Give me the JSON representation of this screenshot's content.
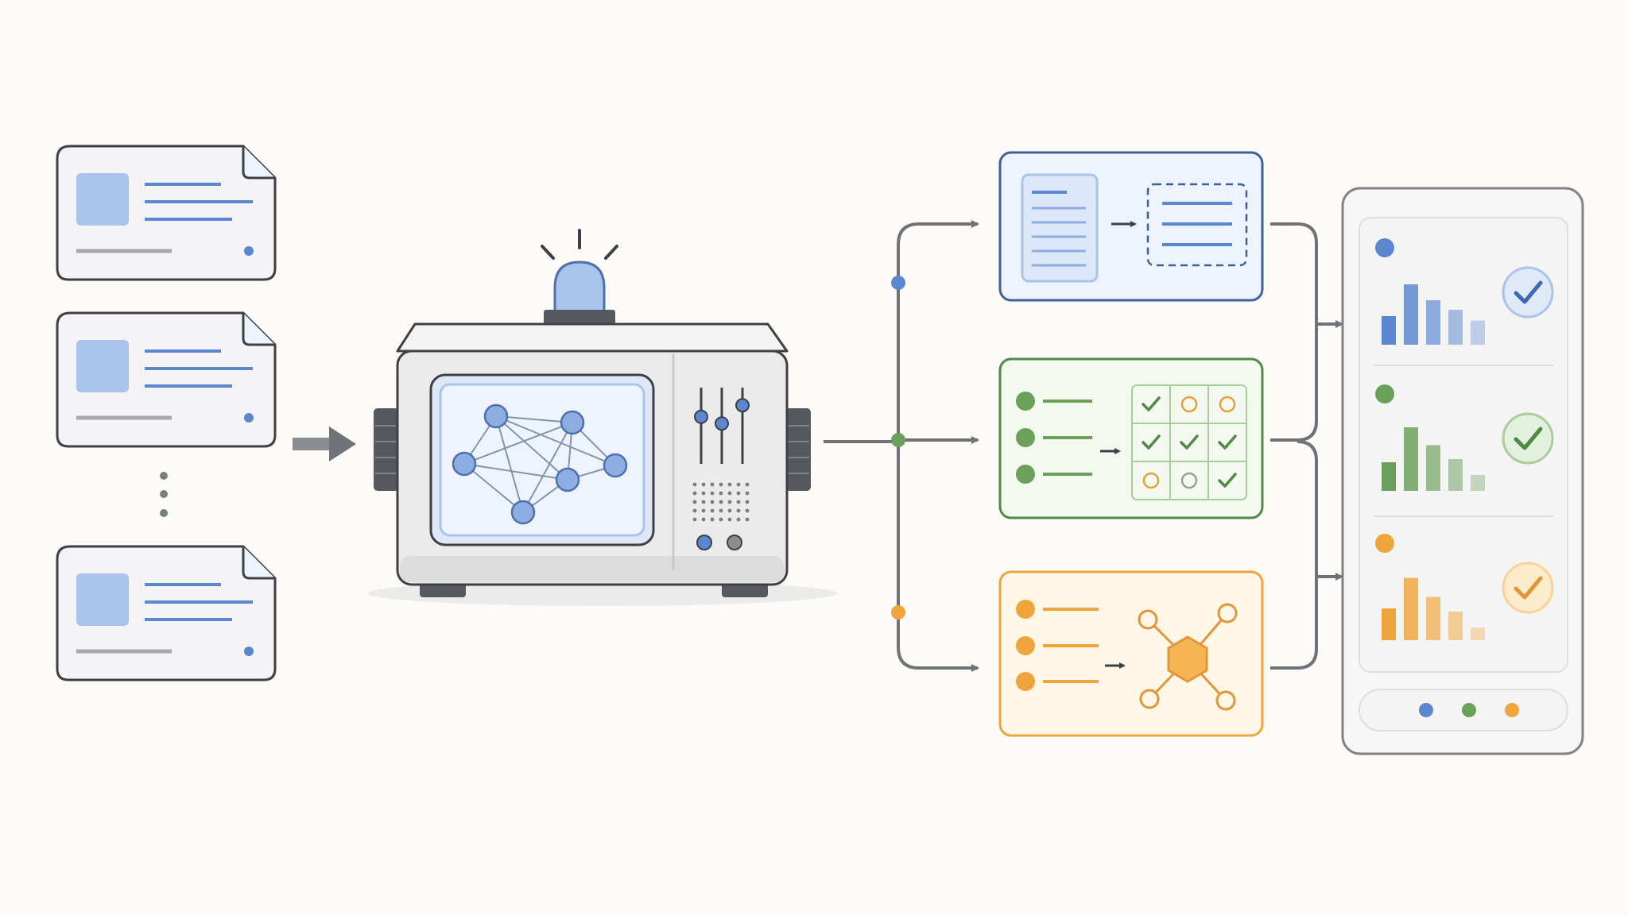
{
  "colors": {
    "background": "#fcfbf7",
    "outline": "#3d4046",
    "connector": "#6f7277",
    "blue": "#5b87d0",
    "blue_light": "#a9c3ea",
    "blue_fill": "#eef4fd",
    "green": "#6ba05a",
    "green_light": "#a9cc9a",
    "green_fill": "#f3f9ef",
    "orange": "#f0a43c",
    "orange_light": "#f8d29a",
    "orange_fill": "#fef7e8",
    "machine_body": "#e9e9ea",
    "machine_dark": "#55585d"
  },
  "input_documents": {
    "count_visible": 3,
    "ellipsis_dots": 3
  },
  "machine": {
    "icons": [
      "neural-network-icon",
      "alert-beacon-icon",
      "slider-controls-icon",
      "speaker-grille-icon"
    ],
    "sliders": [
      0.3,
      0.45,
      0.2
    ]
  },
  "branches": [
    {
      "color": "blue",
      "icon": "document-extraction-icon"
    },
    {
      "color": "green",
      "icon": "checklist-grid-icon",
      "grid": [
        [
          "check",
          "circle",
          "circle"
        ],
        [
          "check",
          "check",
          "check"
        ],
        [
          "circle",
          "circle-gray",
          "check"
        ]
      ]
    },
    {
      "color": "orange",
      "icon": "hexagon-network-icon"
    }
  ],
  "results_panel": {
    "sections": [
      {
        "color": "blue",
        "bars": [
          0.45,
          0.95,
          0.7,
          0.55,
          0.38
        ]
      },
      {
        "color": "green",
        "bars": [
          0.45,
          1.0,
          0.72,
          0.5,
          0.25
        ]
      },
      {
        "color": "orange",
        "bars": [
          0.5,
          0.98,
          0.68,
          0.45,
          0.2
        ]
      }
    ],
    "footer_dots": [
      "blue",
      "green",
      "orange"
    ]
  }
}
